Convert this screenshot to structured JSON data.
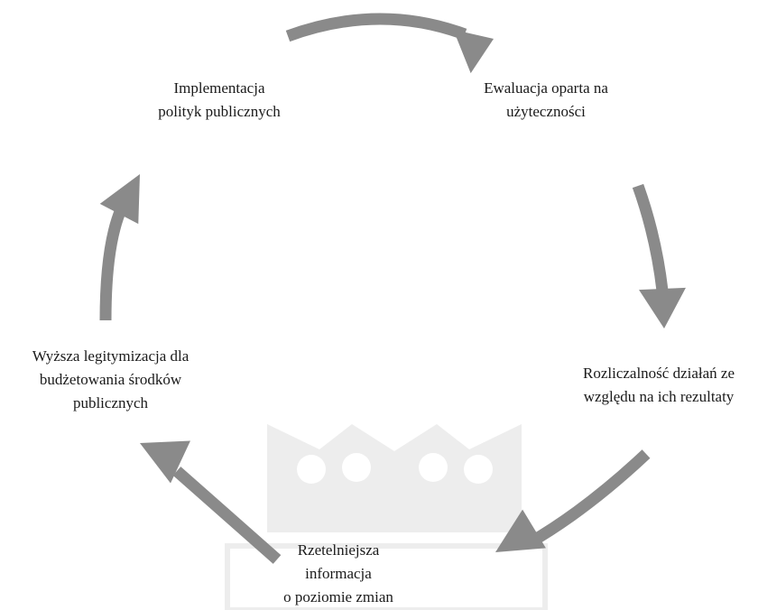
{
  "colors": {
    "arrow": "#8a8a8a",
    "watermark": "#ededed",
    "text": "#1a1a1a",
    "background": "#ffffff"
  },
  "diagram": {
    "type": "cycle",
    "nodes": [
      {
        "id": "implementation",
        "lines": [
          "Implementacja",
          "polityk publicznych"
        ]
      },
      {
        "id": "evaluation",
        "lines": [
          "Ewaluacja oparta na",
          "użyteczności"
        ]
      },
      {
        "id": "accountability",
        "lines": [
          "Rozliczalność działań ze",
          "względu na ich rezultaty"
        ]
      },
      {
        "id": "information",
        "lines": [
          "Rzetelniejsza",
          "informacja",
          "o poziomie zmian"
        ]
      },
      {
        "id": "legitimacy",
        "lines": [
          "Wyższa legitymizacja dla",
          "budżetowania środków",
          "publicznych"
        ]
      }
    ],
    "edges": [
      {
        "from": "implementation",
        "to": "evaluation"
      },
      {
        "from": "evaluation",
        "to": "accountability"
      },
      {
        "from": "accountability",
        "to": "information"
      },
      {
        "from": "information",
        "to": "legitimacy"
      },
      {
        "from": "legitimacy",
        "to": "implementation"
      }
    ]
  }
}
